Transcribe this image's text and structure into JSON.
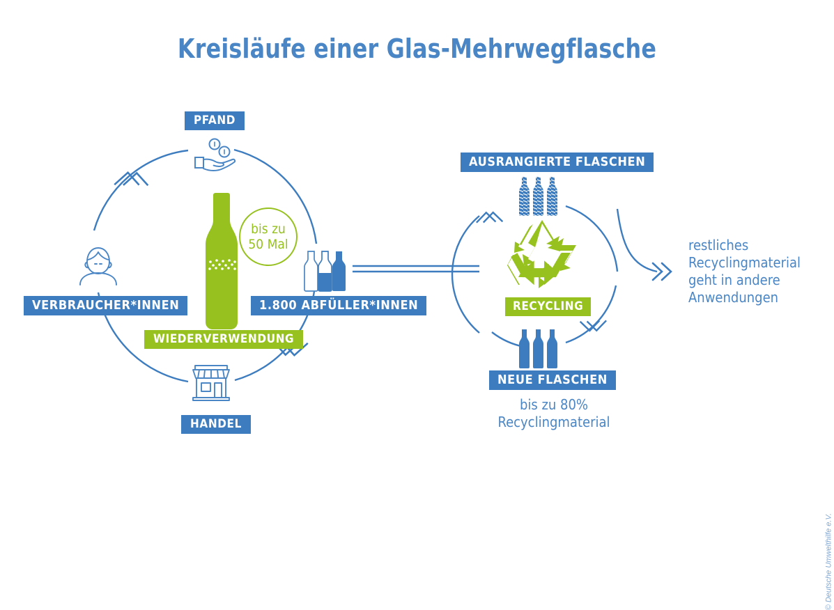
{
  "title": "Kreisläufe einer Glas-Mehrwegflasche",
  "colors": {
    "blue": "#3c7cbf",
    "blue_text": "#4a86c5",
    "blue_light": "#7fa8d4",
    "green": "#96c11f",
    "white": "#ffffff"
  },
  "reuse_cycle": {
    "name": "Wiederverwendung (Mehrweg-Kreislauf)",
    "center_label": "WIEDERVERWENDUNG",
    "badge": "bis zu\n50 Mal",
    "nodes": [
      {
        "id": "pfand",
        "label": "PFAND",
        "icon": "hand-with-coins-icon"
      },
      {
        "id": "abfueller",
        "label": "1.800 ABFÜLLER*INNEN",
        "icon": "three-bottles-fill-icon"
      },
      {
        "id": "handel",
        "label": "HANDEL",
        "icon": "shop-icon"
      },
      {
        "id": "verbraucher",
        "label": "VERBRAUCHER*INNEN",
        "icon": "consumer-person-icon"
      }
    ],
    "center_icon": "green-bottle-icon"
  },
  "recycling_cycle": {
    "name": "Recycling-Kreislauf",
    "center_label": "RECYCLING",
    "center_icon": "recycling-symbol-icon",
    "nodes": [
      {
        "id": "ausrangierte",
        "label": "AUSRANGIERTE FLASCHEN",
        "icon": "three-striped-bottles-icon"
      },
      {
        "id": "neue",
        "label": "NEUE FLASCHEN",
        "icon": "three-solid-bottles-icon",
        "note": "bis zu 80%\nRecyclingmaterial"
      }
    ]
  },
  "outflow": {
    "text": "restliches\nRecyclingmaterial\ngeht in andere\nAnwendungen",
    "arrow_icon": "double-chevron-right-icon"
  },
  "connector": {
    "icon": "double-line-connector"
  },
  "copyright": "© Deutsche Umwelthilfe e.V."
}
